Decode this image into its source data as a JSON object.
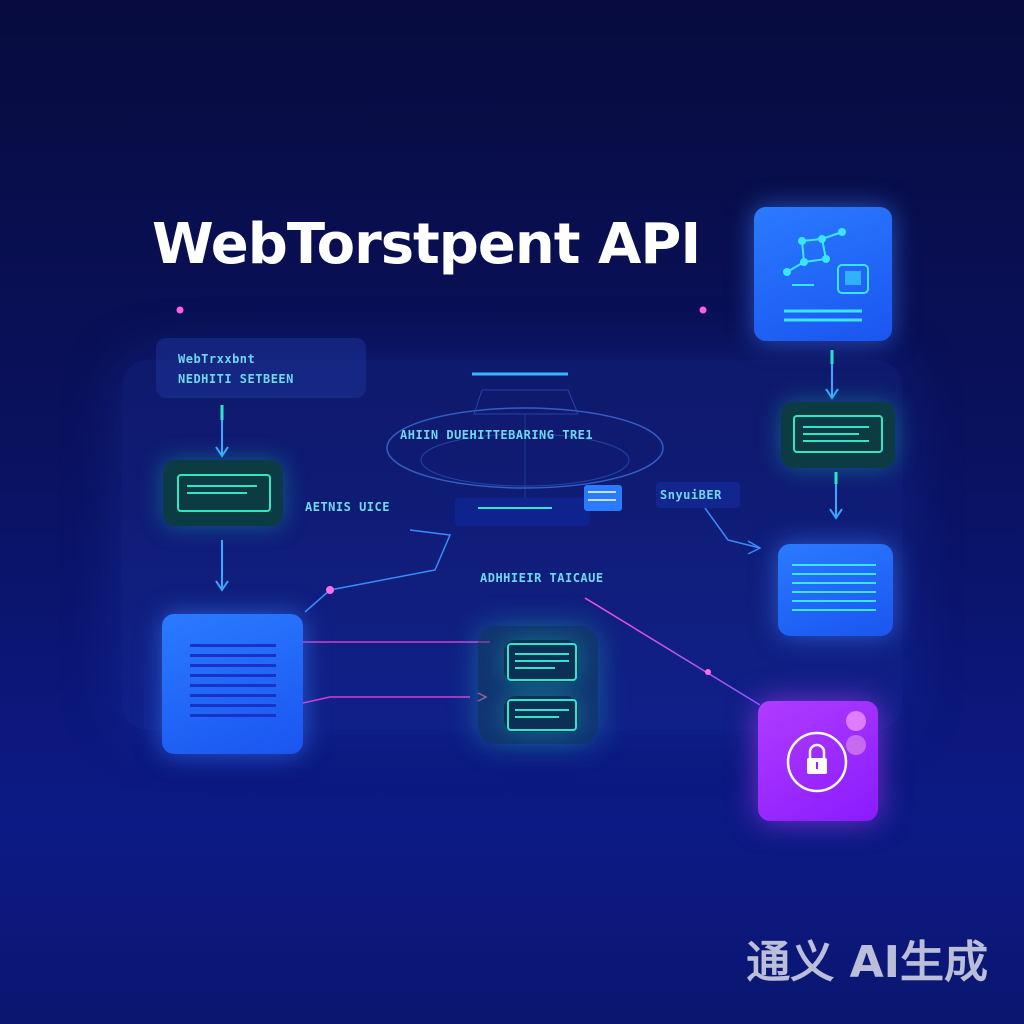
{
  "title": "WebTorstpent API",
  "labels": {
    "top_left_line1": "WebTrxxbnt",
    "top_left_line2": "NEDHITI SETBEEN",
    "center": "AHIIN DUEHITTEBARING TRE1",
    "left_mid": "AETNIS UICE",
    "right_mid": "SnyuiBER",
    "center_lower": "ADHHIEIR TAICAUE"
  },
  "watermark": "通义 AI生成",
  "colors": {
    "background": "#0a1260",
    "accent_green": "#2ee6c8",
    "accent_blue": "#2a7bff",
    "accent_purple": "#9a25ff",
    "accent_pink": "#ff4fd8"
  },
  "icons": {
    "node_top_right": "network-graph-icon",
    "node_bottom_right": "lock-icon"
  }
}
